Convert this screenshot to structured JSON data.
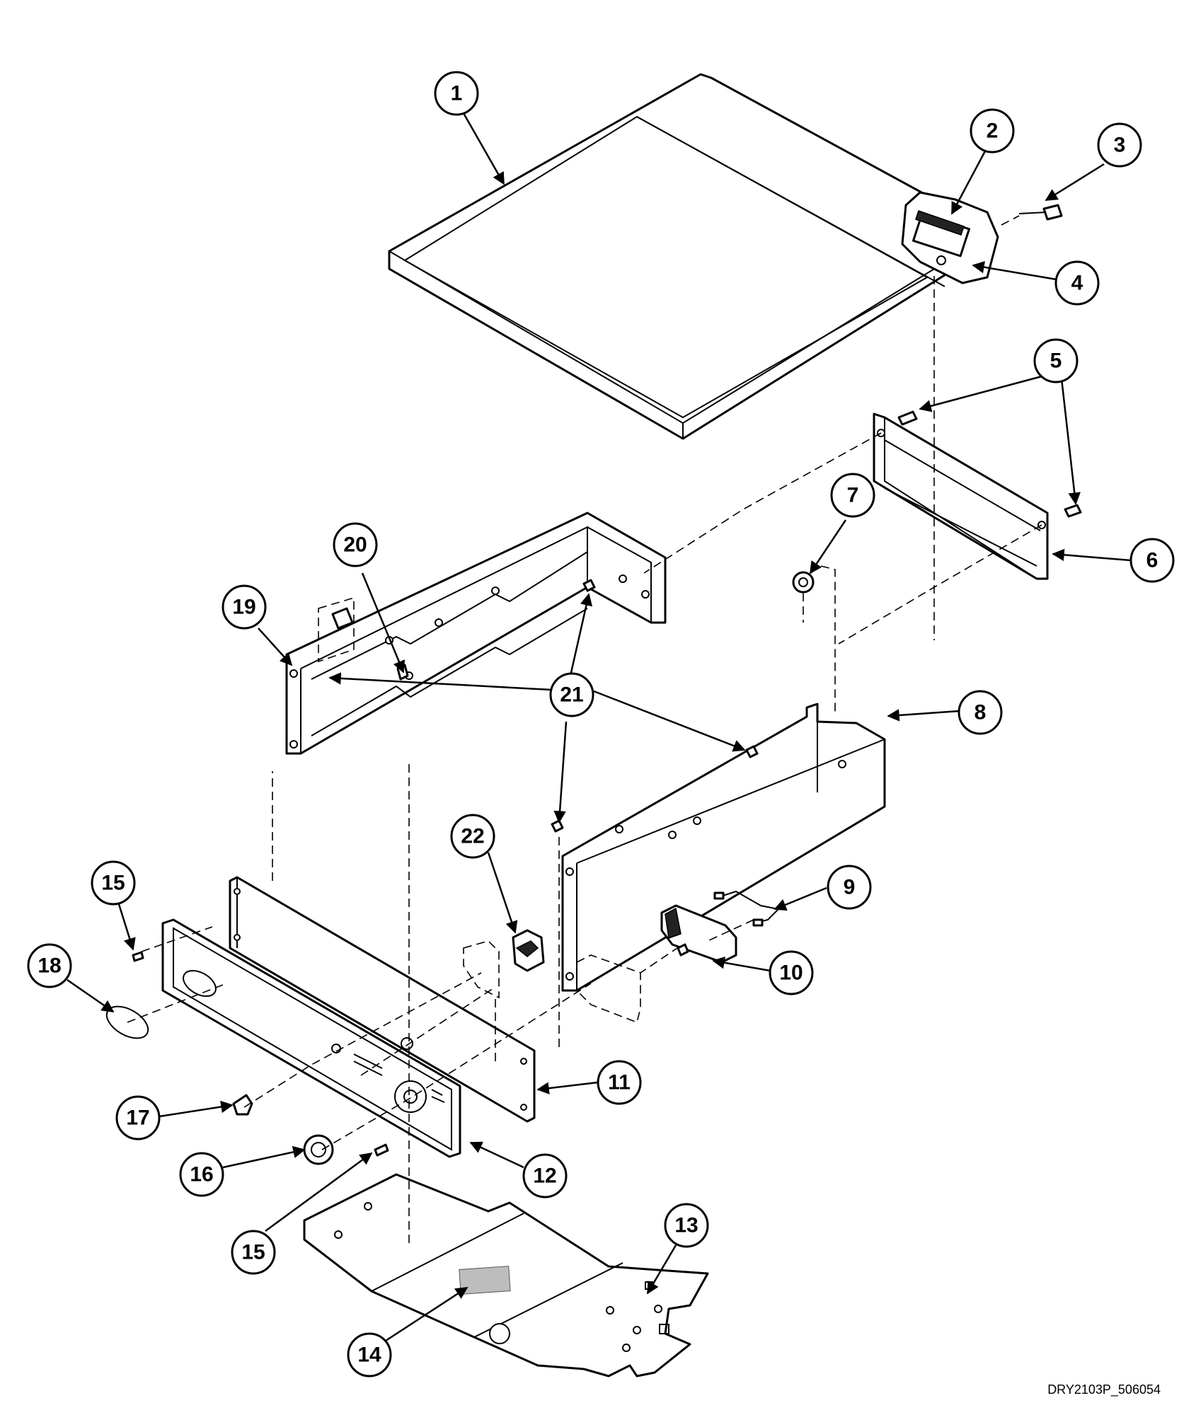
{
  "drawing_code": "DRY2103P_506054",
  "callouts": [
    "1",
    "2",
    "3",
    "4",
    "5",
    "6",
    "7",
    "8",
    "9",
    "10",
    "11",
    "12",
    "13",
    "14",
    "15",
    "16",
    "17",
    "18",
    "19",
    "20",
    "21",
    "22"
  ]
}
